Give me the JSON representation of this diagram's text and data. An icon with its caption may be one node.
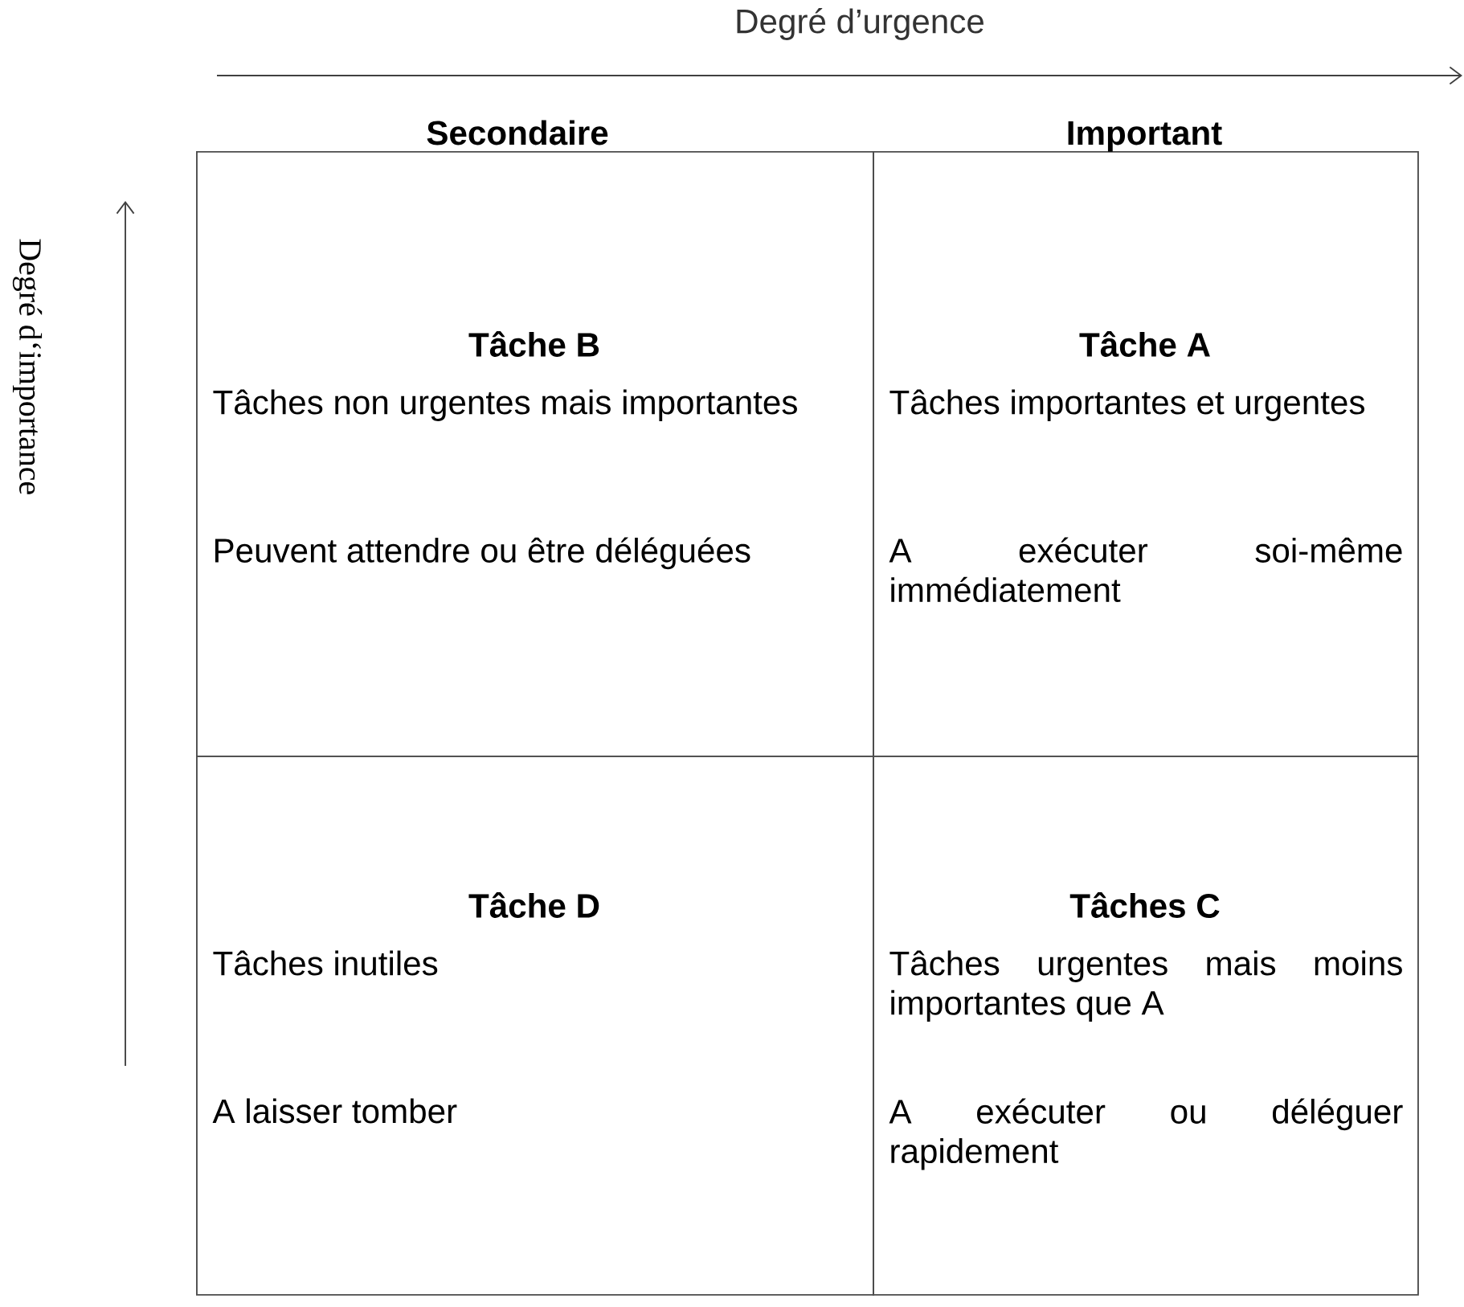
{
  "diagram": {
    "nodes": [
      {
        "text": [
          "Tâche B",
          "Tâches non urgentes mais importantes",
          "Peuvent attendre ou être déléguées"
        ]
      },
      {
        "text": [
          "Tâche A",
          "Tâches importantes et urgentes",
          "A exécuter soi-même immédiatement"
        ]
      },
      {
        "text": [
          "Tâche D",
          "Tâches inutiles",
          "A laisser tomber"
        ]
      },
      {
        "text": [
          "Tâches C",
          "Tâches urgentes mais moins importantes que A",
          "A exécuter ou déléguer rapidement"
        ]
      }
    ],
    "edges": [],
    "labels": [
      "Degré d’urgence",
      "Secondaire",
      "Important",
      "Degré d‘importance"
    ]
  }
}
